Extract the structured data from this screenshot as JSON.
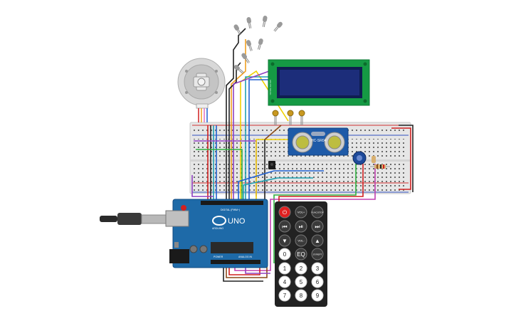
{
  "lcd": {
    "pin_label": "GND VCC SDA SCL"
  },
  "sensor": {
    "model": "HC-SR04"
  },
  "arduino": {
    "brand": "ARDUINO",
    "model": "UNO",
    "digital_label": "DIGITAL (PWM~)",
    "power_label": "POWER",
    "analog_label": "ANALOG IN"
  },
  "remote": {
    "buttons": [
      {
        "label": "⏻",
        "kind": "power"
      },
      {
        "label": "VOL+",
        "kind": "func"
      },
      {
        "label": "FUNC/STOP",
        "kind": "func"
      },
      {
        "label": "⏮",
        "kind": "func"
      },
      {
        "label": "⏯",
        "kind": "func"
      },
      {
        "label": "⏭",
        "kind": "func"
      },
      {
        "label": "▼",
        "kind": "func"
      },
      {
        "label": "VOL-",
        "kind": "func"
      },
      {
        "label": "▲",
        "kind": "func"
      },
      {
        "label": "0",
        "kind": "num"
      },
      {
        "label": "EQ",
        "kind": "func"
      },
      {
        "label": "ST/REPT",
        "kind": "func"
      },
      {
        "label": "1",
        "kind": "num"
      },
      {
        "label": "2",
        "kind": "num"
      },
      {
        "label": "3",
        "kind": "num"
      },
      {
        "label": "4",
        "kind": "num"
      },
      {
        "label": "5",
        "kind": "num"
      },
      {
        "label": "6",
        "kind": "num"
      },
      {
        "label": "7",
        "kind": "num"
      },
      {
        "label": "8",
        "kind": "num"
      },
      {
        "label": "9",
        "kind": "num"
      }
    ]
  },
  "colors": {
    "breadboard": "#e6e6e6",
    "arduino_blue": "#1e6aa8",
    "lcd_green": "#159a44",
    "lcd_screen": "#1c2d7a",
    "remote_body": "#222222",
    "power_button": "#e02020",
    "wire_orange": "#f0a020",
    "wire_black": "#222222",
    "wire_purple": "#9040c0",
    "wire_teal": "#20a0b0",
    "wire_blue": "#2060d0",
    "wire_green": "#30b040",
    "wire_red": "#d02020",
    "wire_magenta": "#c040b0",
    "wire_yellow": "#f0d000",
    "wire_brown": "#8a4a1a"
  }
}
